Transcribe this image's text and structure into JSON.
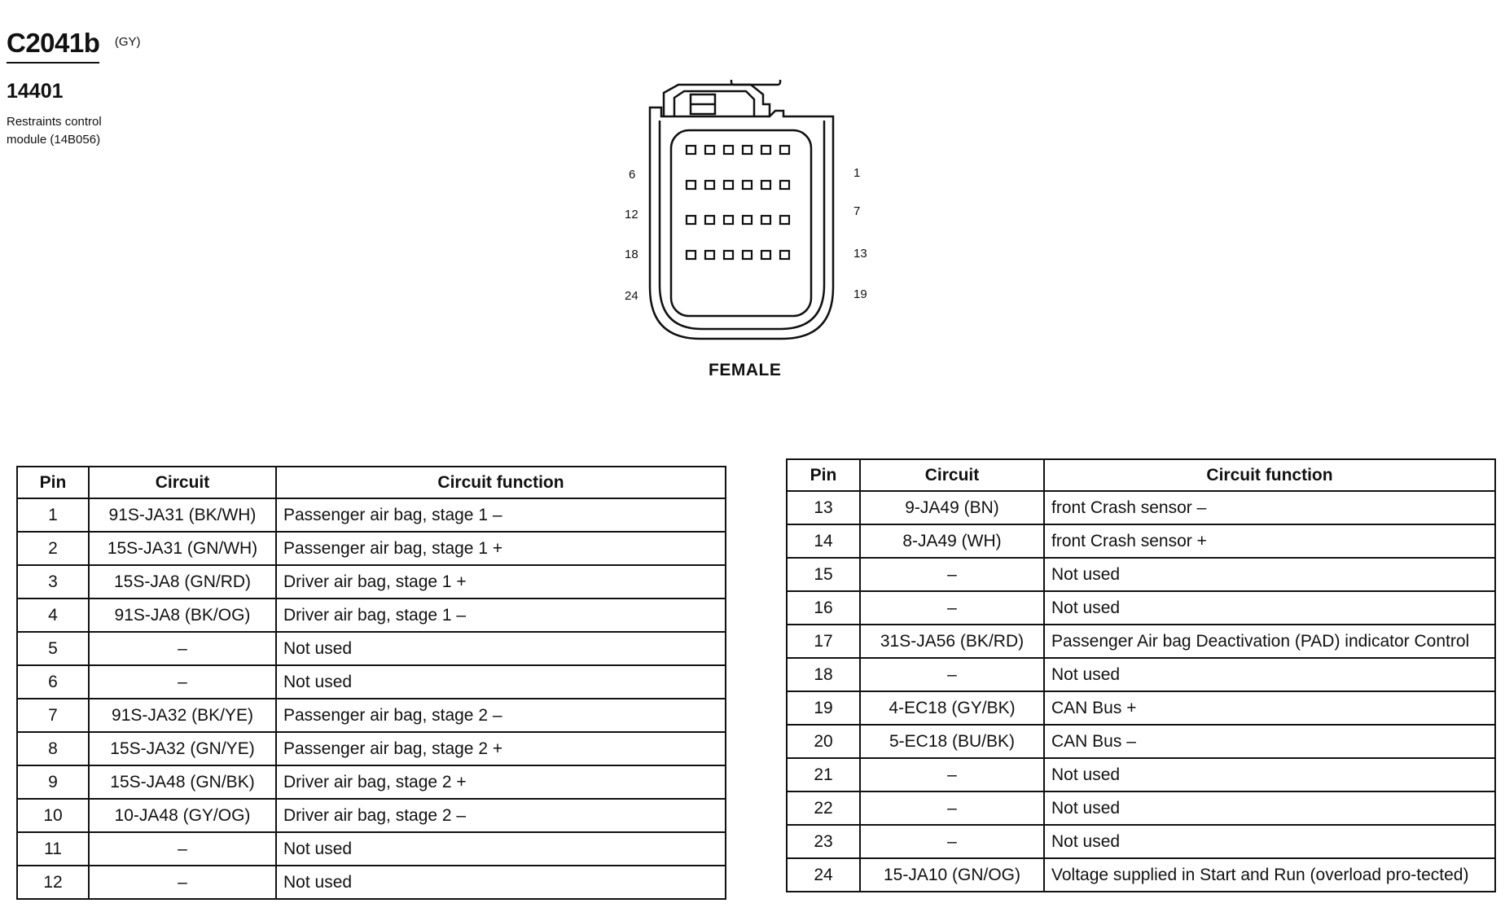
{
  "header": {
    "connector_id": "C2041b",
    "connector_color": "(GY)",
    "part_number": "14401",
    "description_line1": "Restraints control",
    "description_line2": "module (14B056)"
  },
  "diagram": {
    "type_label": "FEMALE",
    "left_labels": [
      "6",
      "12",
      "18",
      "24"
    ],
    "right_labels": [
      "1",
      "7",
      "13",
      "19"
    ]
  },
  "table_headers": {
    "pin": "Pin",
    "circuit": "Circuit",
    "function": "Circuit function"
  },
  "left_table": [
    {
      "pin": "1",
      "circuit": "91S-JA31 (BK/WH)",
      "function": "Passenger air bag, stage 1 –"
    },
    {
      "pin": "2",
      "circuit": "15S-JA31 (GN/WH)",
      "function": "Passenger air bag, stage 1 +"
    },
    {
      "pin": "3",
      "circuit": "15S-JA8 (GN/RD)",
      "function": "Driver air bag, stage 1 +"
    },
    {
      "pin": "4",
      "circuit": "91S-JA8 (BK/OG)",
      "function": "Driver air bag, stage 1 –"
    },
    {
      "pin": "5",
      "circuit": "–",
      "function": "Not used"
    },
    {
      "pin": "6",
      "circuit": "–",
      "function": "Not used"
    },
    {
      "pin": "7",
      "circuit": "91S-JA32 (BK/YE)",
      "function": "Passenger air bag, stage 2 –"
    },
    {
      "pin": "8",
      "circuit": "15S-JA32 (GN/YE)",
      "function": "Passenger air bag, stage 2 +"
    },
    {
      "pin": "9",
      "circuit": "15S-JA48 (GN/BK)",
      "function": "Driver air bag, stage 2 +"
    },
    {
      "pin": "10",
      "circuit": "10-JA48 (GY/OG)",
      "function": "Driver air bag, stage 2 –"
    },
    {
      "pin": "11",
      "circuit": "–",
      "function": "Not used"
    },
    {
      "pin": "12",
      "circuit": "–",
      "function": "Not used"
    }
  ],
  "right_table": [
    {
      "pin": "13",
      "circuit": "9-JA49 (BN)",
      "function": "front Crash sensor –"
    },
    {
      "pin": "14",
      "circuit": "8-JA49 (WH)",
      "function": "front Crash sensor +"
    },
    {
      "pin": "15",
      "circuit": "–",
      "function": "Not used"
    },
    {
      "pin": "16",
      "circuit": "–",
      "function": "Not used"
    },
    {
      "pin": "17",
      "circuit": "31S-JA56 (BK/RD)",
      "function": "Passenger Air bag Deactivation (PAD) indicator Control"
    },
    {
      "pin": "18",
      "circuit": "–",
      "function": "Not used"
    },
    {
      "pin": "19",
      "circuit": "4-EC18 (GY/BK)",
      "function": "CAN Bus +"
    },
    {
      "pin": "20",
      "circuit": "5-EC18 (BU/BK)",
      "function": "CAN Bus –"
    },
    {
      "pin": "21",
      "circuit": "–",
      "function": "Not used"
    },
    {
      "pin": "22",
      "circuit": "–",
      "function": "Not used"
    },
    {
      "pin": "23",
      "circuit": "–",
      "function": "Not used"
    },
    {
      "pin": "24",
      "circuit": "15-JA10 (GN/OG)",
      "function": "Voltage supplied in Start and Run (overload pro-tected)"
    }
  ]
}
